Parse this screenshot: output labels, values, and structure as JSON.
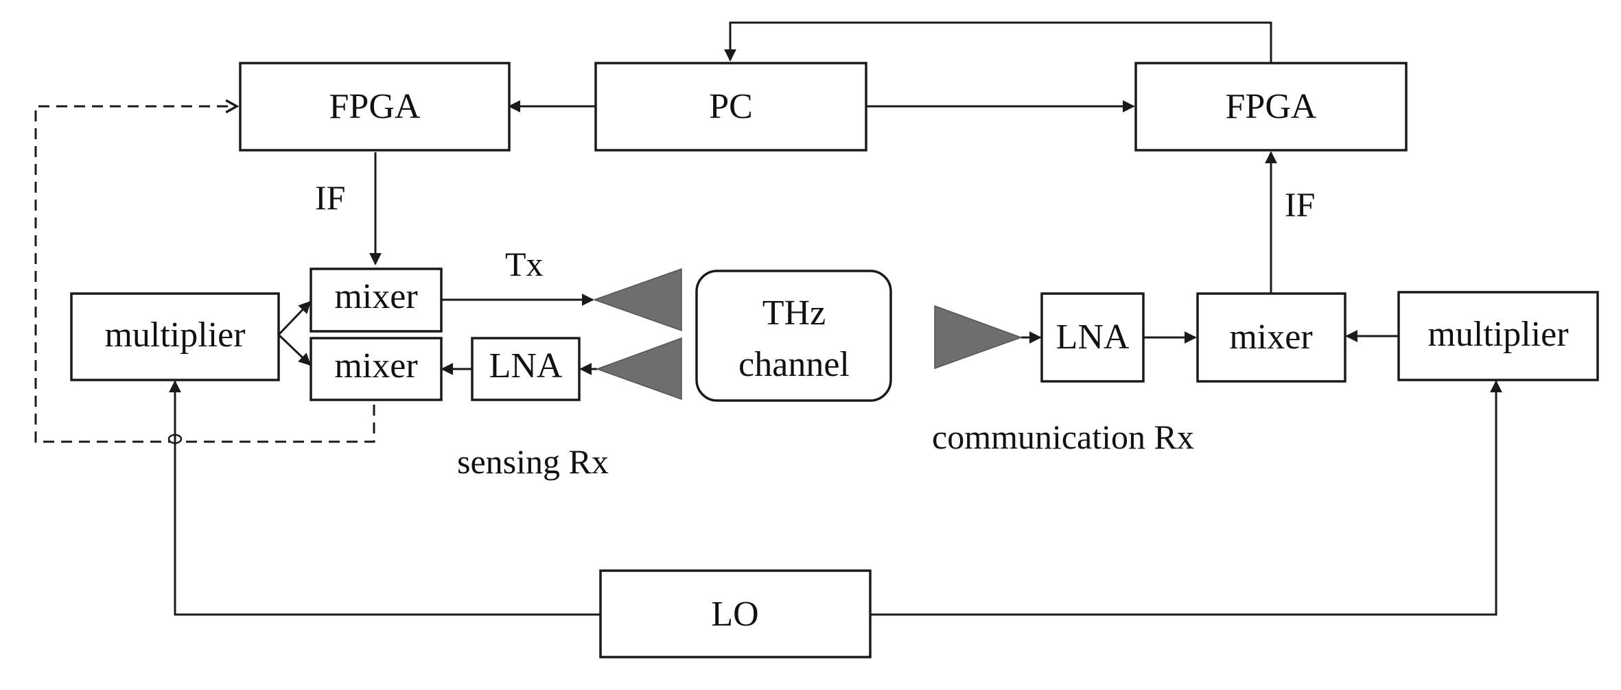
{
  "blocks": {
    "fpga_left": "FPGA",
    "pc": "PC",
    "fpga_right": "FPGA",
    "multiplier_left": "multiplier",
    "mixer_tx": "mixer",
    "mixer_rx": "mixer",
    "lna_left": "LNA",
    "thz_channel_line1": "THz",
    "thz_channel_line2": "channel",
    "lna_right": "LNA",
    "mixer_right": "mixer",
    "multiplier_right": "multiplier",
    "lo": "LO"
  },
  "labels": {
    "if_left": "IF",
    "if_right": "IF",
    "tx": "Tx",
    "sensing_rx": "sensing Rx",
    "communication_rx": "communication Rx"
  },
  "colors": {
    "antenna": "#6e6e6e",
    "stroke": "#1a1a1a"
  }
}
